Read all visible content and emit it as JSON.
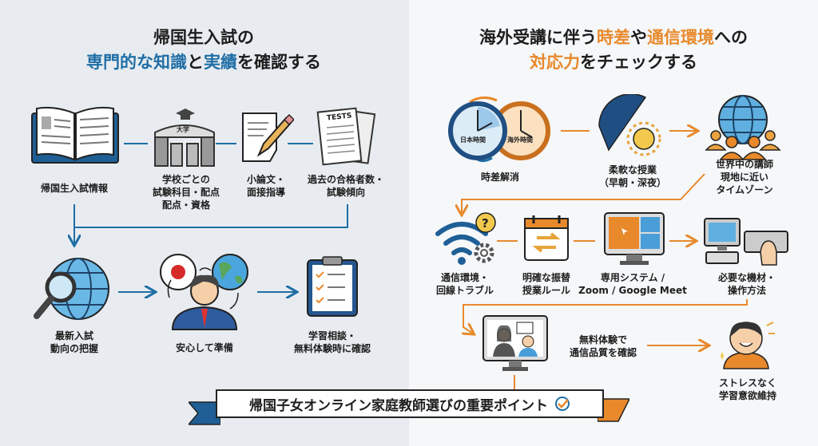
{
  "left": {
    "title_line1": "帰国生入試の",
    "title_line2": [
      {
        "t": "専門的な知識",
        "c": "blue"
      },
      {
        "t": "と",
        "c": ""
      },
      {
        "t": "実績",
        "c": "blue"
      },
      {
        "t": "を確認する",
        "c": ""
      }
    ],
    "gate_sign": "大学",
    "tests_label": "TESTS",
    "items": [
      {
        "label": "帰国生入試情報"
      },
      {
        "label": "学校ごとの\n試験科目・配点\n配点・資格"
      },
      {
        "label": "小論文・\n面接指導"
      },
      {
        "label": "過去の合格者数・\n試験傾向"
      },
      {
        "label": "最新入試\n動向の把握"
      },
      {
        "label": "安心して準備"
      },
      {
        "label": "学習相談・\n無料体験時に確認"
      }
    ]
  },
  "right": {
    "title_line1": [
      {
        "t": "海外受講に伴う",
        "c": ""
      },
      {
        "t": "時差",
        "c": "orange"
      },
      {
        "t": "や",
        "c": ""
      },
      {
        "t": "通信環境",
        "c": "orange"
      },
      {
        "t": "への",
        "c": ""
      }
    ],
    "title_line2": [
      {
        "t": "対応力",
        "c": "orange"
      },
      {
        "t": "をチェックする",
        "c": ""
      }
    ],
    "clock_japan": "日本時間",
    "clock_abroad": "海外時間",
    "items": [
      {
        "label": "時差解消"
      },
      {
        "label": "柔軟な授業\n（早朝・深夜）"
      },
      {
        "label": "世界中の講師\n現地に近い\nタイムゾーン"
      },
      {
        "label": "通信環境・\n回線トラブル"
      },
      {
        "label": "明確な振替\n授業ルール"
      },
      {
        "label": "専用システム /\nZoom / Google Meet"
      },
      {
        "label": "必要な機材・\n操作方法"
      },
      {
        "label": "無料体験で\n通信品質を確認"
      },
      {
        "label": "ストレスなく\n学習意欲維持"
      }
    ]
  },
  "banner": {
    "text": "帰国子女オンライン家庭教師選びの重要ポイント"
  },
  "colors": {
    "blue": "#1f6ea5",
    "orange": "#e8892b",
    "navy": "#1e4e8c"
  }
}
